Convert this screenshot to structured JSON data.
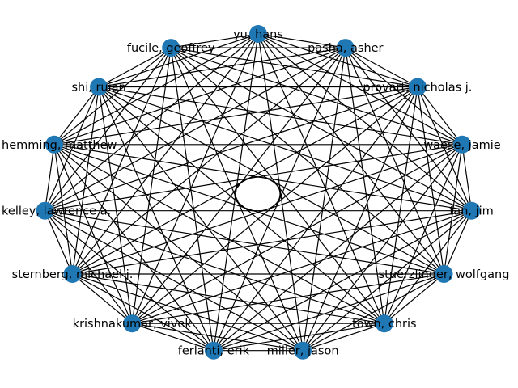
{
  "diagram": {
    "type": "network-graph",
    "layout": "circular",
    "complete_graph": true,
    "node_color": "#1f77b4",
    "edge_color": "#000000",
    "nodes": [
      {
        "label": "yu, hans"
      },
      {
        "label": "pasha, asher"
      },
      {
        "label": "provart, nicholas j."
      },
      {
        "label": "waese, jamie"
      },
      {
        "label": "fan, jim"
      },
      {
        "label": "stuerzlinger, wolfgang"
      },
      {
        "label": "town, chris"
      },
      {
        "label": "miller, jason"
      },
      {
        "label": "ferlanti, erik"
      },
      {
        "label": "krishnakumar, vivek"
      },
      {
        "label": "sternberg, michael j."
      },
      {
        "label": "kelley, lawrence a."
      },
      {
        "label": "hemming, matthew"
      },
      {
        "label": "shi, ruian"
      },
      {
        "label": "fucile, geoffrey"
      }
    ]
  }
}
